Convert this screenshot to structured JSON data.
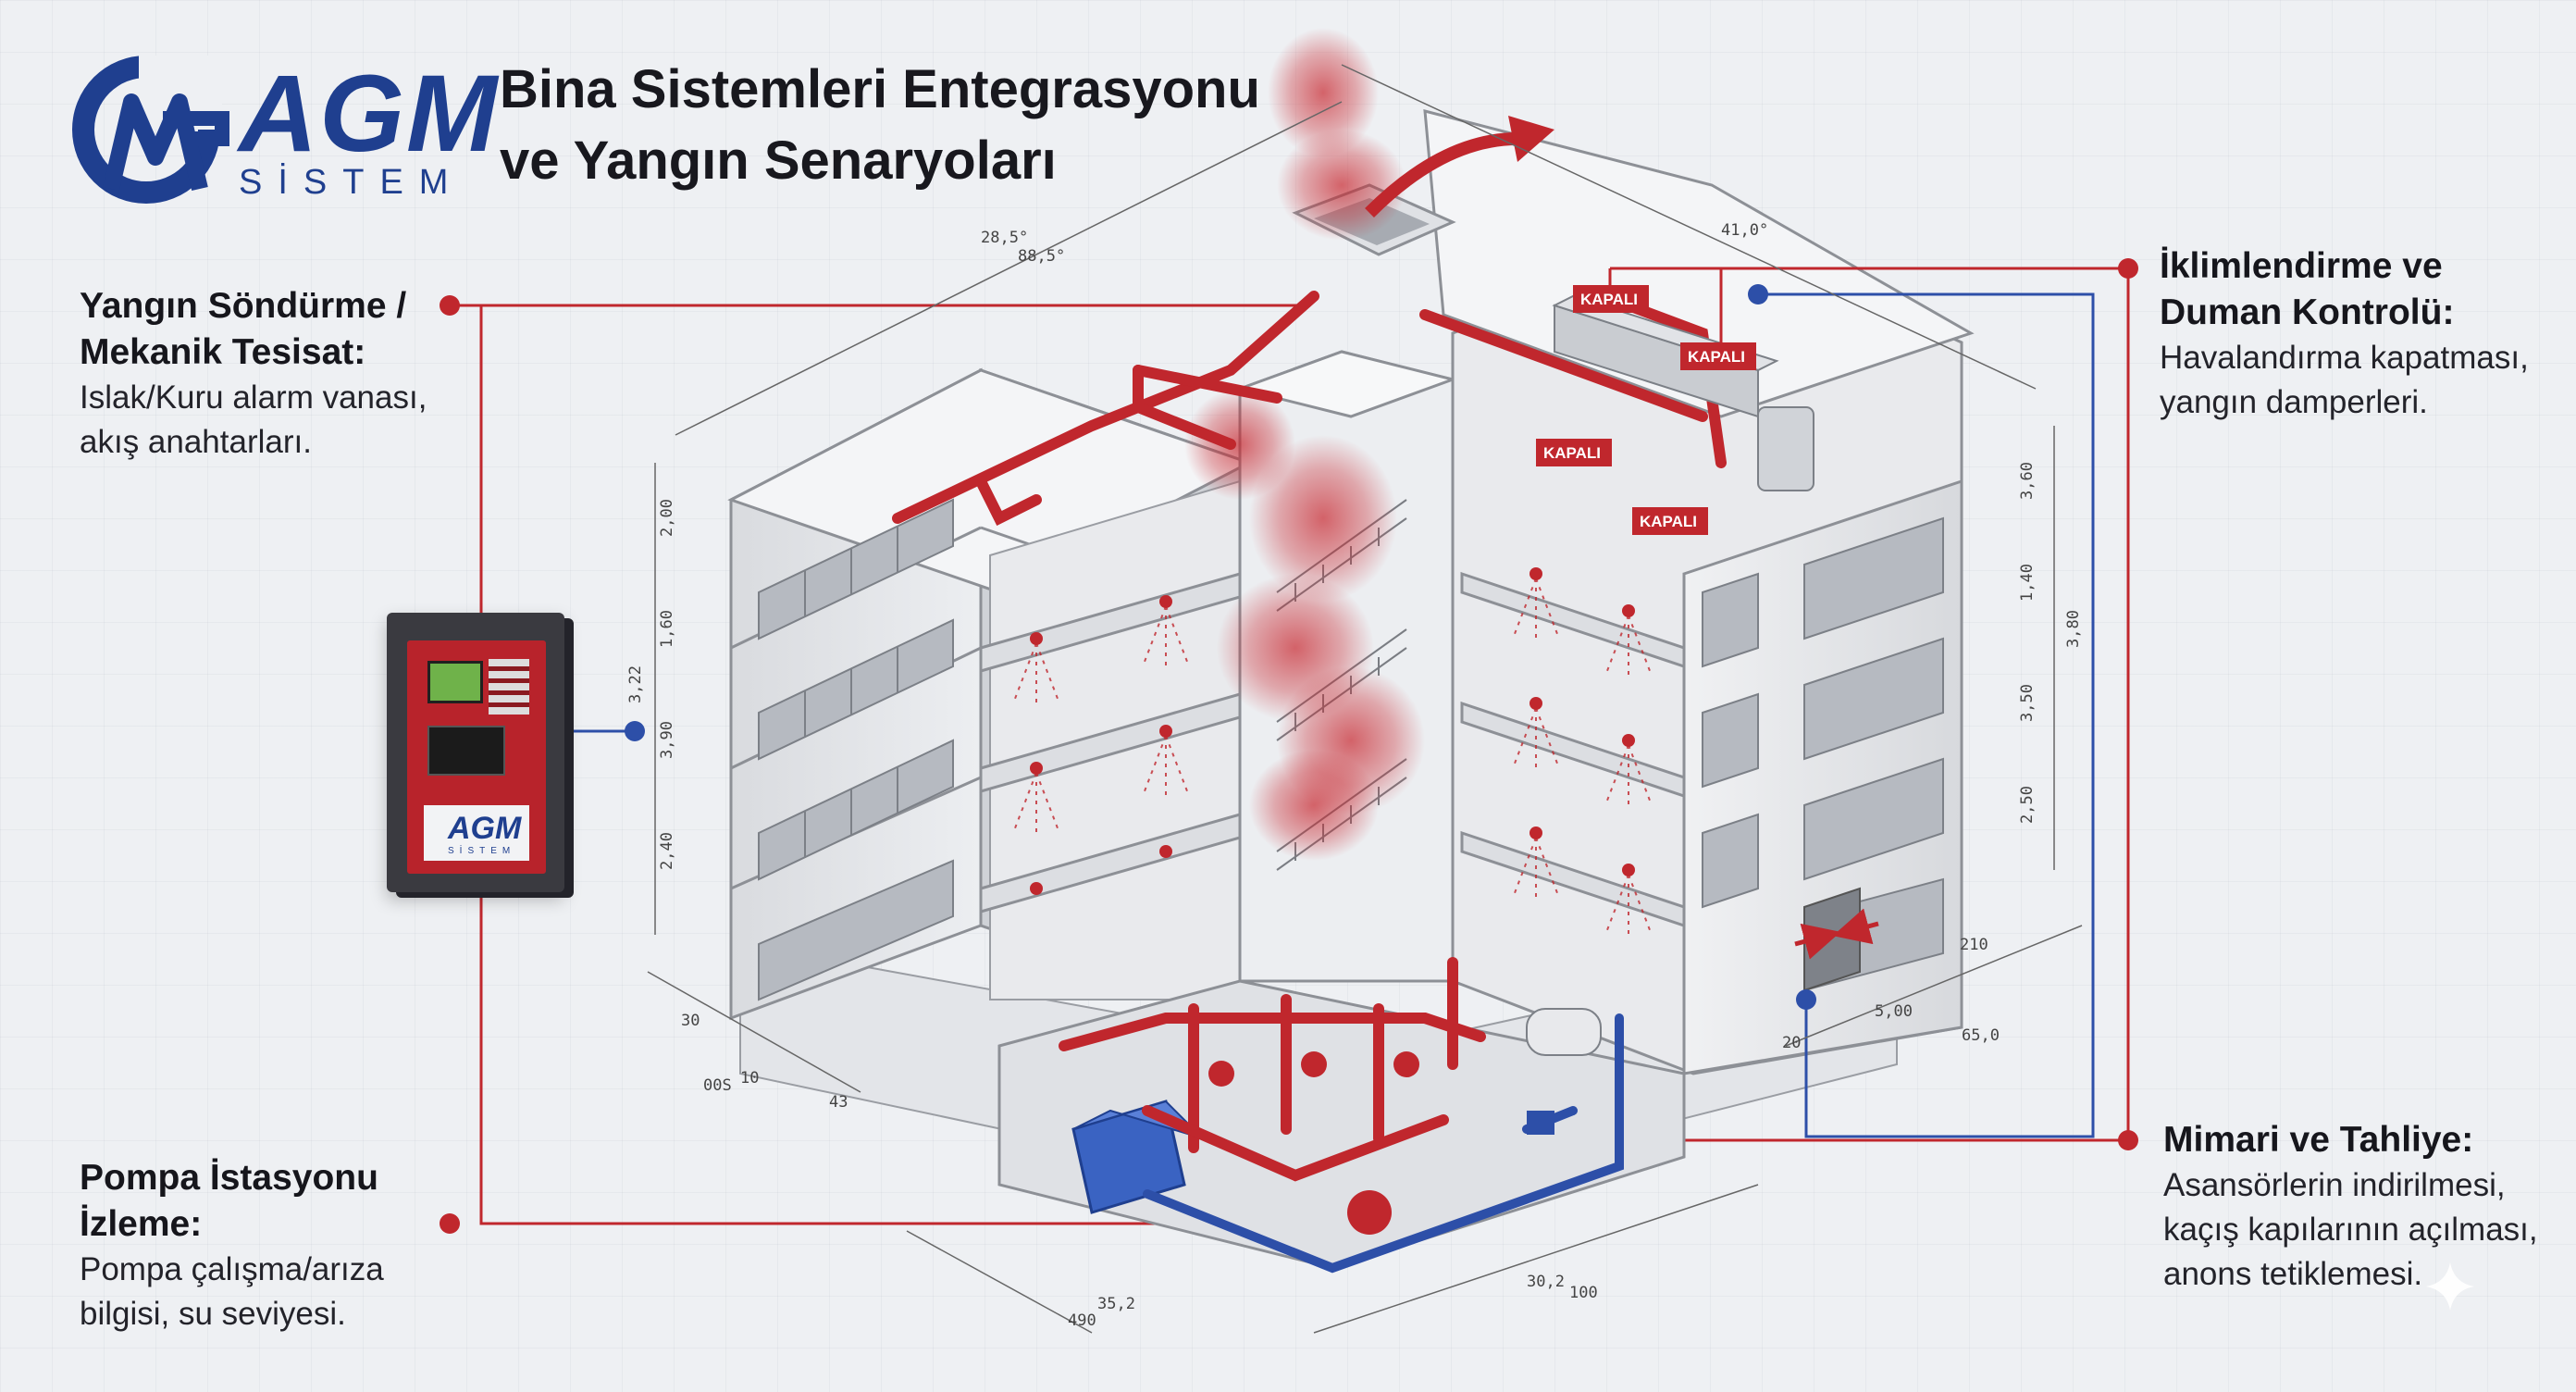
{
  "brand": {
    "name": "AGM",
    "tagline": "SİSTEM",
    "colors": {
      "blue": "#1f3f8f",
      "red": "#c0272d"
    }
  },
  "title": {
    "line1": "Bina Sistemleri Entegrasyonu",
    "line2": "ve Yangın Senaryoları"
  },
  "callouts": {
    "fire_suppression": {
      "heading_1": "Yangın Söndürme /",
      "heading_2": "Mekanik Tesisat:",
      "body_1": "Islak/Kuru alarm vanası,",
      "body_2": "akış anahtarları."
    },
    "pump_station": {
      "heading_1": "Pompa İstasyonu",
      "heading_2": "İzleme:",
      "body_1": "Pompa çalışma/arıza",
      "body_2": "bilgisi, su seviyesi."
    },
    "hvac_smoke": {
      "heading_1": "İklimlendirme ve",
      "heading_2": "Duman Kontrolü:",
      "body_1": "Havalandırma kapatması,",
      "body_2": "yangın damperleri."
    },
    "architecture_evacuation": {
      "heading_1": "Mimari ve Tahliye:",
      "body_1": "Asansörlerin indirilmesi,",
      "body_2": "kaçış kapılarının açılması,",
      "body_3": "anons tetiklemesi."
    }
  },
  "damper_labels": [
    "KAPALI",
    "KAPALI",
    "KAPALI",
    "KAPALI"
  ],
  "dimensions": {
    "roof": [
      "28,5°",
      "88,5°",
      "41,0°"
    ],
    "left_elevation": [
      "2,00",
      "1,60",
      "3,90",
      "2,40"
    ],
    "panel_offset": "3,22",
    "right_elevation": [
      "3,60",
      "1,40",
      "3,80",
      "3,50",
      "2,50"
    ],
    "bottom_left": [
      "30",
      "00S",
      "10",
      "43"
    ],
    "bottom_right": [
      "210",
      "5,00",
      "65,0",
      "20"
    ],
    "basement": [
      "35,2",
      "490",
      "30,2",
      "100"
    ]
  },
  "panel": {
    "brand": "AGM",
    "tagline": "SİSTEM"
  }
}
